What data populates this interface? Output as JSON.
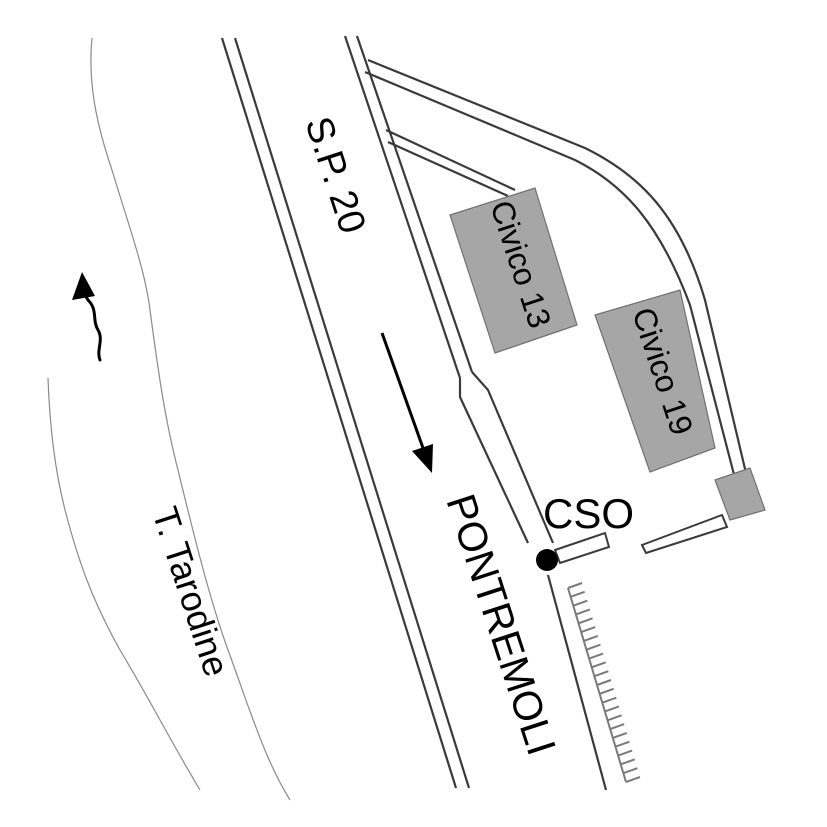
{
  "labels": {
    "road": "S.P. 20",
    "river": "T. Tarodine",
    "direction": "PONTREMOLI",
    "outfall": "CSO",
    "building_a": "Civico 13",
    "building_b": "Civico 19"
  },
  "colors": {
    "background": "#ffffff",
    "building_fill": "#a6a6a6",
    "road_line": "#3a3a3a",
    "river_line": "#8a8a8a"
  },
  "icons": {
    "flow_arrow": "river-flow-arrow-icon",
    "direction_arrow": "traffic-direction-arrow-icon",
    "cso_point": "cso-point-icon",
    "embankment": "embankment-hatching-icon"
  }
}
